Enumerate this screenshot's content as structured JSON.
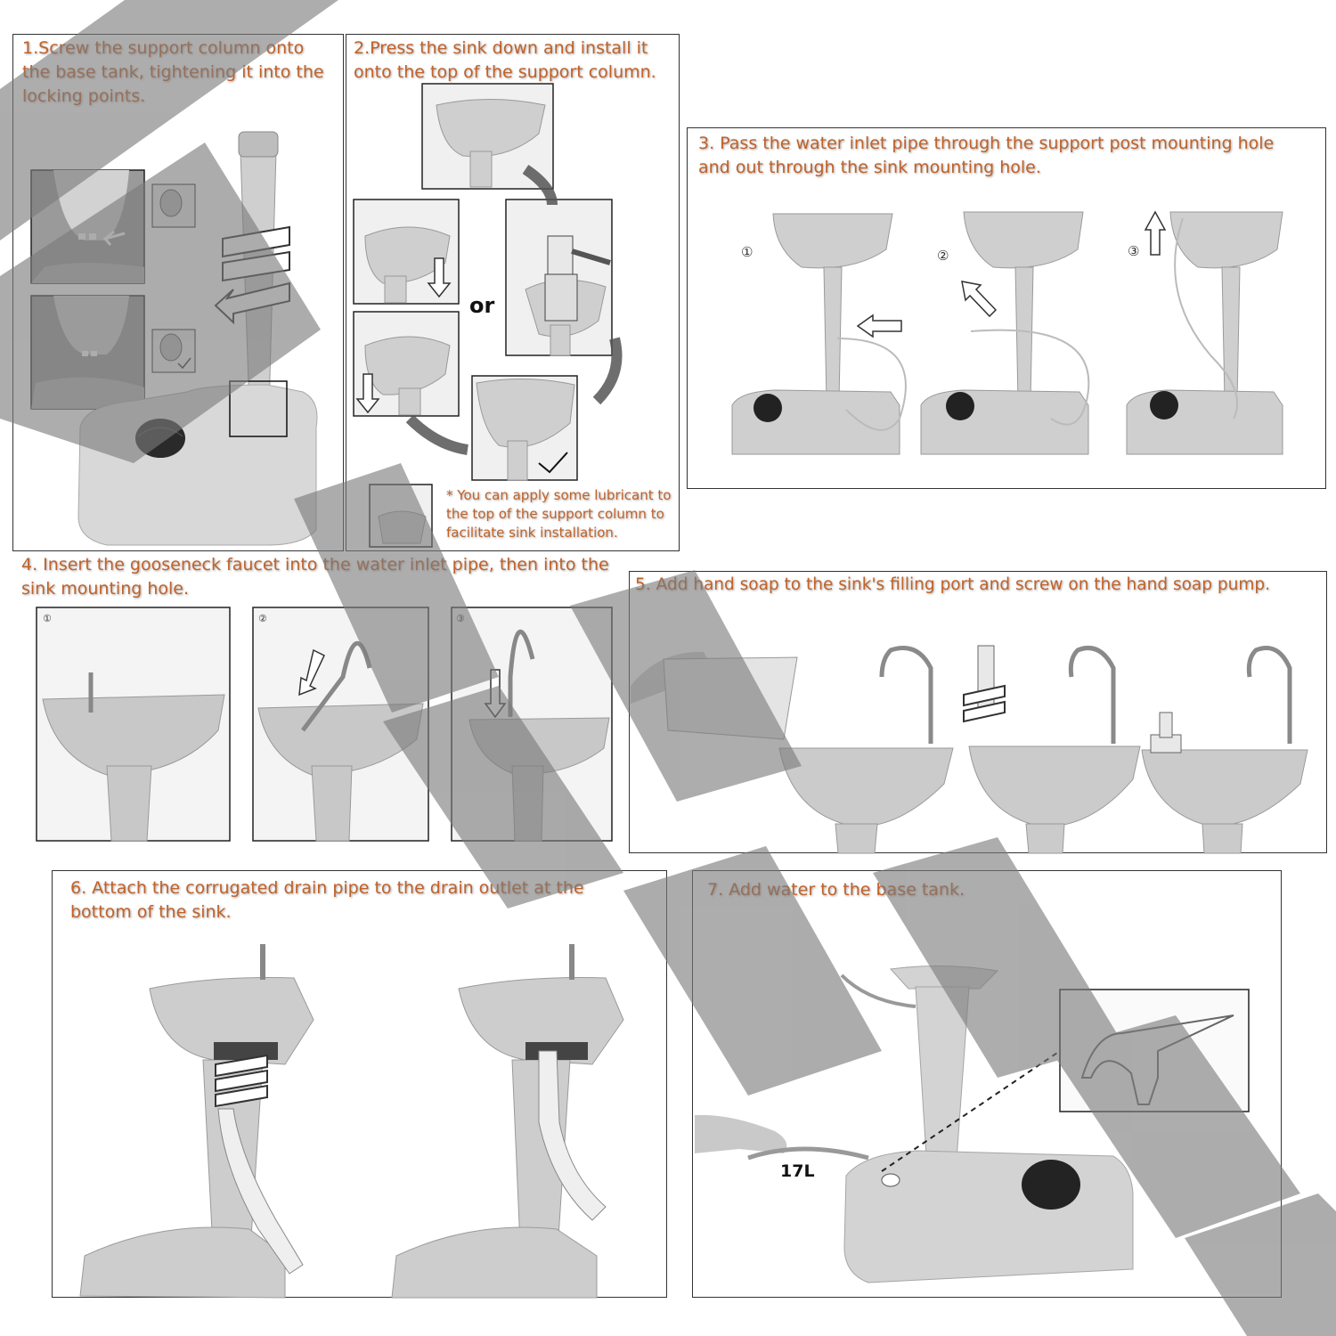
{
  "steps": [
    {
      "id": "1",
      "text": "1.Screw the support column onto the base tank, tightening it into the locking points."
    },
    {
      "id": "2",
      "text": "2.Press the sink down and install it onto the top of the support column.",
      "or_label": "or",
      "note": "* You can apply some lubricant to the top of the support column to facilitate sink installation."
    },
    {
      "id": "3",
      "text": "3. Pass the water inlet pipe through the support post mounting hole and out through the sink mounting hole.",
      "substeps": [
        "①",
        "②",
        "③"
      ]
    },
    {
      "id": "4",
      "text": "4. Insert the gooseneck faucet into the water inlet pipe, then into the sink mounting hole.",
      "substeps": [
        "①",
        "②",
        "③"
      ]
    },
    {
      "id": "5",
      "text": "5. Add hand soap to the sink's filling port and screw on the hand soap pump."
    },
    {
      "id": "6",
      "text": "6. Attach the corrugated drain pipe to the drain outlet at the bottom of the sink."
    },
    {
      "id": "7",
      "text": "7. Add water to the base tank.",
      "volume": "17L"
    }
  ],
  "colors": {
    "instruction_text": "#c0622a",
    "border": "#333333",
    "plastic": "#c9c9c9",
    "watermark": "#8a8a8a"
  },
  "icons": [
    "rotate-arrow-icon",
    "down-arrow-icon",
    "check-icon",
    "left-arrow-icon",
    "up-arrow-icon"
  ]
}
